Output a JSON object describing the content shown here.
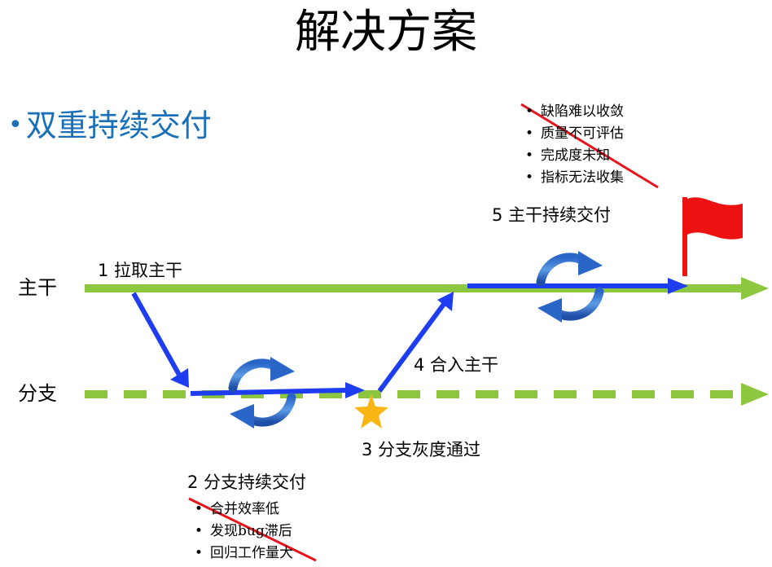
{
  "title": "解决方案",
  "subtitle": {
    "bullet": "•",
    "text": "双重持续交付"
  },
  "lanes": {
    "trunk": "主干",
    "branch": "分支"
  },
  "steps": {
    "s1": "1 拉取主干",
    "s2": "2 分支持续交付",
    "s3": "3 分支灰度通过",
    "s4": "4 合入主干",
    "s5": "5 主干持续交付"
  },
  "problems_top": [
    "缺陷难以收敛",
    "质量不可评估",
    "完成度未知",
    "指标无法收集"
  ],
  "problems_bottom": [
    "合并效率低",
    "发现bug滞后",
    "回归工作量大"
  ],
  "colors": {
    "lane_green": "#8dc63f",
    "flow_blue": "#1e3cf0",
    "cycle_blue": "#2a66c8",
    "title_blue": "#1a6fb9",
    "strike_red": "#e8141c",
    "flag_red": "#ee1111",
    "star_gold": "#f8b514"
  },
  "icons": [
    "cycle-arrows-icon",
    "star-icon",
    "flag-icon"
  ]
}
